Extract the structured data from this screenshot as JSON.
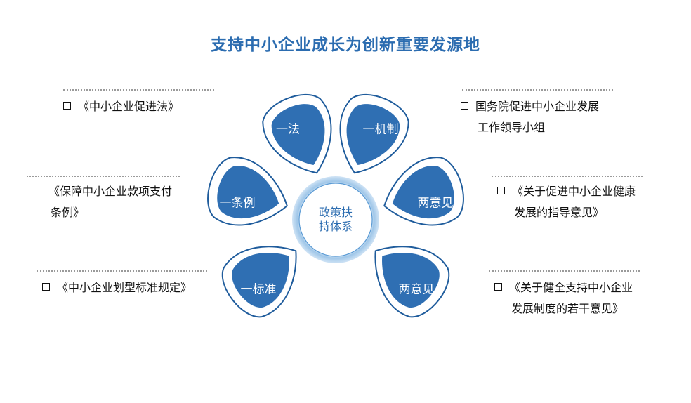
{
  "title": "支持中小企业成长为创新重要发源地",
  "center": {
    "line1": "政策扶",
    "line2": "持体系"
  },
  "petals": [
    {
      "label": "一法"
    },
    {
      "label": "一机制"
    },
    {
      "label": "两意见"
    },
    {
      "label": "两意见"
    },
    {
      "label": "一标准"
    },
    {
      "label": "一条例"
    }
  ],
  "left_items": [
    {
      "line1": "《中小企业促进法》",
      "line2": ""
    },
    {
      "line1": "《保障中小企业款项支付",
      "line2": "条例》"
    },
    {
      "line1": "《中小企业划型标准规定》",
      "line2": ""
    }
  ],
  "right_items": [
    {
      "line1": "国务院促进中小企业发展",
      "line2": "工作领导小组"
    },
    {
      "line1": "《关于促进中小企业健康",
      "line2": "发展的指导意见》"
    },
    {
      "line1": "《关于健全支持中小企业",
      "line2": "发展制度的若干意见》"
    }
  ],
  "colors": {
    "title": "#2b6cb0",
    "petal_fill": "#2f6fb3",
    "petal_outline": "#1f5c9c",
    "center_ring": "#9fc6e8"
  }
}
